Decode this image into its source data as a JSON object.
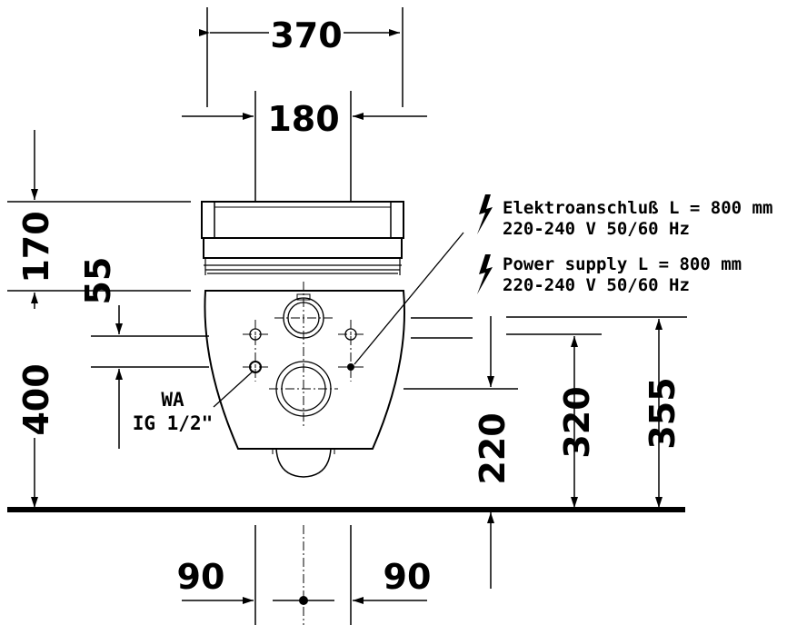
{
  "dimensions": {
    "overall_width": "370",
    "seat_width": "180",
    "lid_height": "170",
    "offset_55": "55",
    "fixing_height": "400",
    "height_220": "220",
    "height_320": "320",
    "height_355": "355",
    "left_90": "90",
    "right_90": "90"
  },
  "labels": {
    "wa_line1": "WA",
    "wa_line2": "IG 1/2\"",
    "elektro_line1": "Elektroanschluß L = 800 mm",
    "elektro_line2": "220-240 V  50/60 Hz",
    "power_line1": "Power supply L = 800 mm",
    "power_line2": "220-240 V  50/60 Hz"
  },
  "icons": {
    "lightning": "lightning-bolt-icon"
  }
}
